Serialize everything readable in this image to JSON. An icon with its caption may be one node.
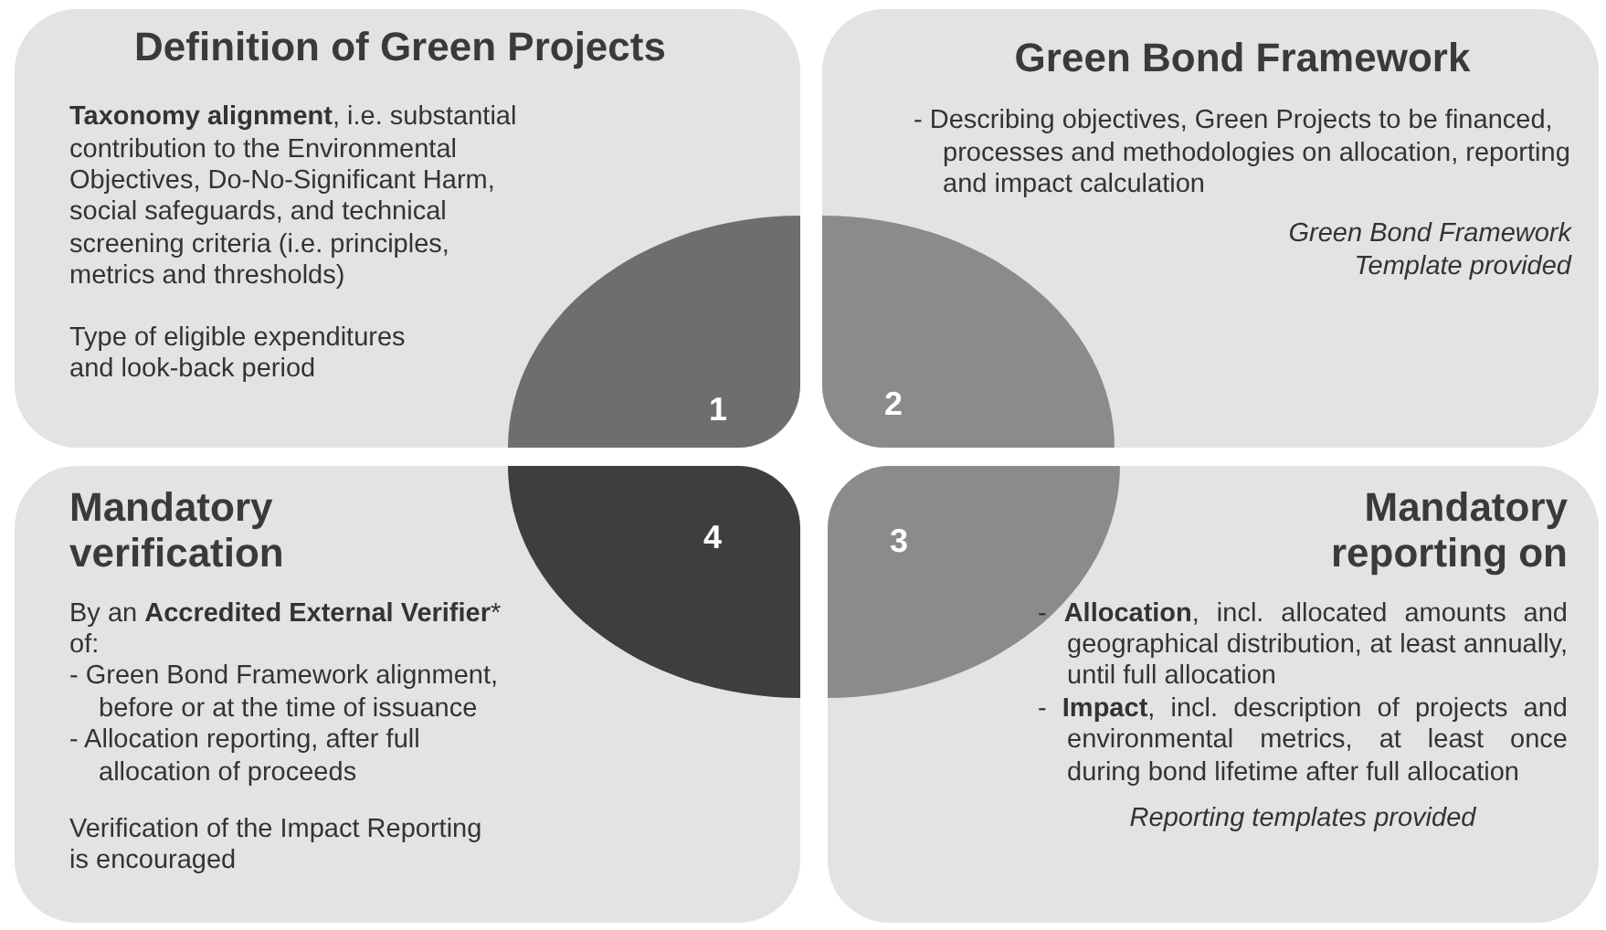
{
  "diagram": {
    "nodes": [
      {
        "text": [
          "Definition of Green Projects",
          "**Taxonomy alignment**, i.e. substantial contribution to the Environmental Objectives, Do-No-Significant Harm, social safeguards, and technical screening criteria (i.e. principles, metrics and thresholds)",
          "Type of eligible expenditures and look-back period"
        ]
      },
      {
        "text": [
          "1"
        ],
        "in": 0
      },
      {
        "text": [
          "Green Bond Framework",
          "- Describing objectives, Green Projects to be financed, processes and methodologies on allocation, reporting and impact calculation",
          "Green Bond Framework Template provided"
        ]
      },
      {
        "text": [
          "2"
        ],
        "in": 2
      },
      {
        "text": [
          "Mandatory verification",
          "By an **Accredited External Verifier*** of:",
          "- Green Bond Framework alignment, before or at the time of issuance",
          "- Allocation reporting, after full allocation of proceeds",
          "Verification of the Impact Reporting is encouraged"
        ]
      },
      {
        "text": [
          "4"
        ],
        "in": 4
      },
      {
        "text": [
          "Mandatory reporting on",
          "- **Allocation**, incl. allocated amounts and geographical distribution, at least annually, until full allocation",
          "- **Impact**, incl. description of projects and environmental metrics, at least once during bond lifetime after full allocation",
          "Reporting templates provided"
        ]
      },
      {
        "text": [
          "3"
        ],
        "in": 6
      }
    ]
  }
}
